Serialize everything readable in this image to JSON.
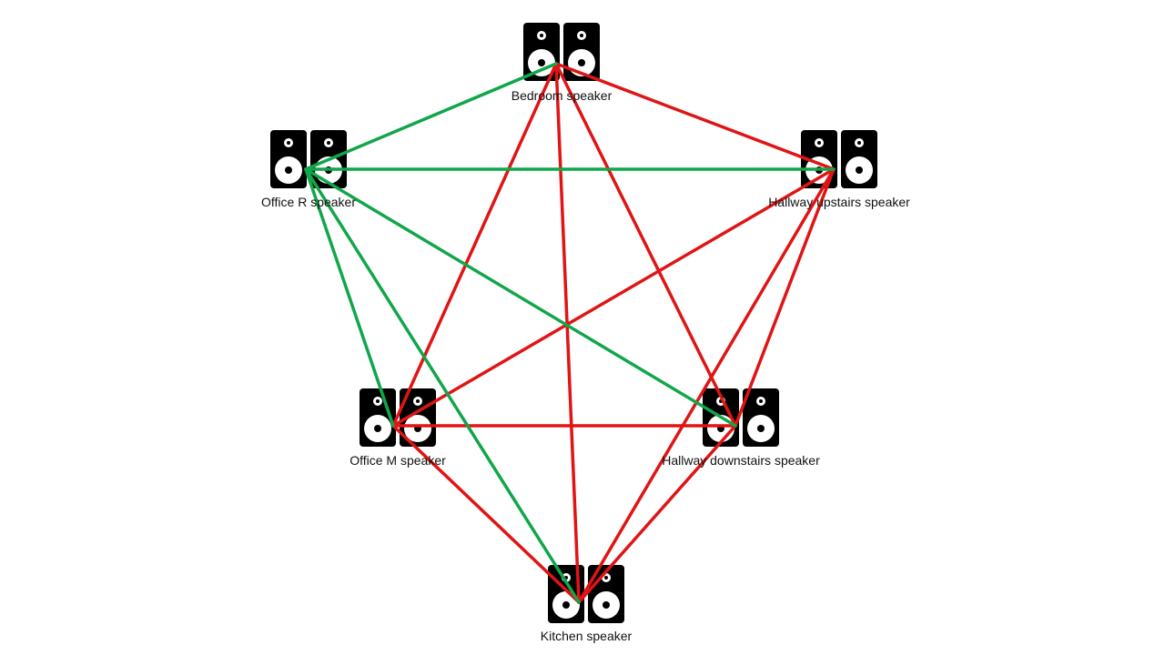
{
  "colors": {
    "good_link": "#10a64a",
    "bad_link": "#e01414",
    "speaker_fill": "#000000",
    "speaker_detail": "#ffffff"
  },
  "nodes": [
    {
      "id": "bedroom",
      "label": "Bedroom speaker",
      "icon": "speaker-pair-icon"
    },
    {
      "id": "office_r",
      "label": "Office R speaker",
      "icon": "speaker-pair-icon"
    },
    {
      "id": "hallway_up",
      "label": "Hallway upstairs speaker",
      "icon": "speaker-pair-icon"
    },
    {
      "id": "office_m",
      "label": "Office M speaker",
      "icon": "speaker-pair-icon"
    },
    {
      "id": "hallway_down",
      "label": "Hallway downstairs speaker",
      "icon": "speaker-pair-icon"
    },
    {
      "id": "kitchen",
      "label": "Kitchen speaker",
      "icon": "speaker-pair-icon"
    }
  ],
  "edges": [
    {
      "from": "bedroom",
      "to": "office_r",
      "status": "good"
    },
    {
      "from": "office_r",
      "to": "hallway_up",
      "status": "good"
    },
    {
      "from": "office_r",
      "to": "office_m",
      "status": "good"
    },
    {
      "from": "office_r",
      "to": "hallway_down",
      "status": "good"
    },
    {
      "from": "office_r",
      "to": "kitchen",
      "status": "good"
    },
    {
      "from": "bedroom",
      "to": "hallway_up",
      "status": "bad"
    },
    {
      "from": "bedroom",
      "to": "office_m",
      "status": "bad"
    },
    {
      "from": "bedroom",
      "to": "hallway_down",
      "status": "bad"
    },
    {
      "from": "bedroom",
      "to": "kitchen",
      "status": "bad"
    },
    {
      "from": "hallway_up",
      "to": "office_m",
      "status": "bad"
    },
    {
      "from": "hallway_up",
      "to": "hallway_down",
      "status": "bad"
    },
    {
      "from": "hallway_up",
      "to": "kitchen",
      "status": "bad"
    },
    {
      "from": "office_m",
      "to": "hallway_down",
      "status": "bad"
    },
    {
      "from": "office_m",
      "to": "kitchen",
      "status": "bad"
    },
    {
      "from": "hallway_down",
      "to": "kitchen",
      "status": "bad"
    }
  ]
}
